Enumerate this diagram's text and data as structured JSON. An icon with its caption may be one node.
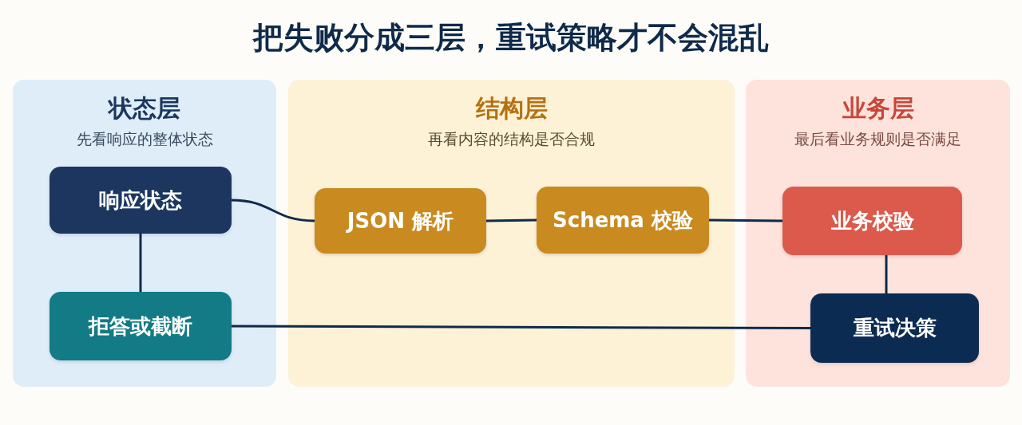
{
  "diagram": {
    "title": "把失败分成三层，重试策略才不会混乱",
    "nodes": [
      {
        "text": [
          "状态层",
          "先看响应的整体状态"
        ]
      },
      {
        "text": [
          "响应状态"
        ],
        "in": 0
      },
      {
        "text": [
          "拒答或截断"
        ],
        "in": 0
      },
      {
        "text": [
          "结构层",
          "再看内容的结构是否合规"
        ]
      },
      {
        "text": [
          "JSON 解析"
        ],
        "in": 3
      },
      {
        "text": [
          "Schema 校验"
        ],
        "in": 3
      },
      {
        "text": [
          "业务层",
          "最后看业务规则是否满足"
        ]
      },
      {
        "text": [
          "业务校验"
        ],
        "in": 6
      },
      {
        "text": [
          "重试决策"
        ],
        "in": 6
      }
    ],
    "edges": [
      {
        "from": 1,
        "to": 4,
        "arrow": "none"
      },
      {
        "from": 4,
        "to": 5,
        "arrow": "none"
      },
      {
        "from": 5,
        "to": 7,
        "arrow": "none"
      },
      {
        "from": 7,
        "to": 8,
        "arrow": "none"
      },
      {
        "from": 1,
        "to": 2,
        "arrow": "none"
      },
      {
        "from": 2,
        "to": 8,
        "arrow": "none"
      }
    ]
  }
}
